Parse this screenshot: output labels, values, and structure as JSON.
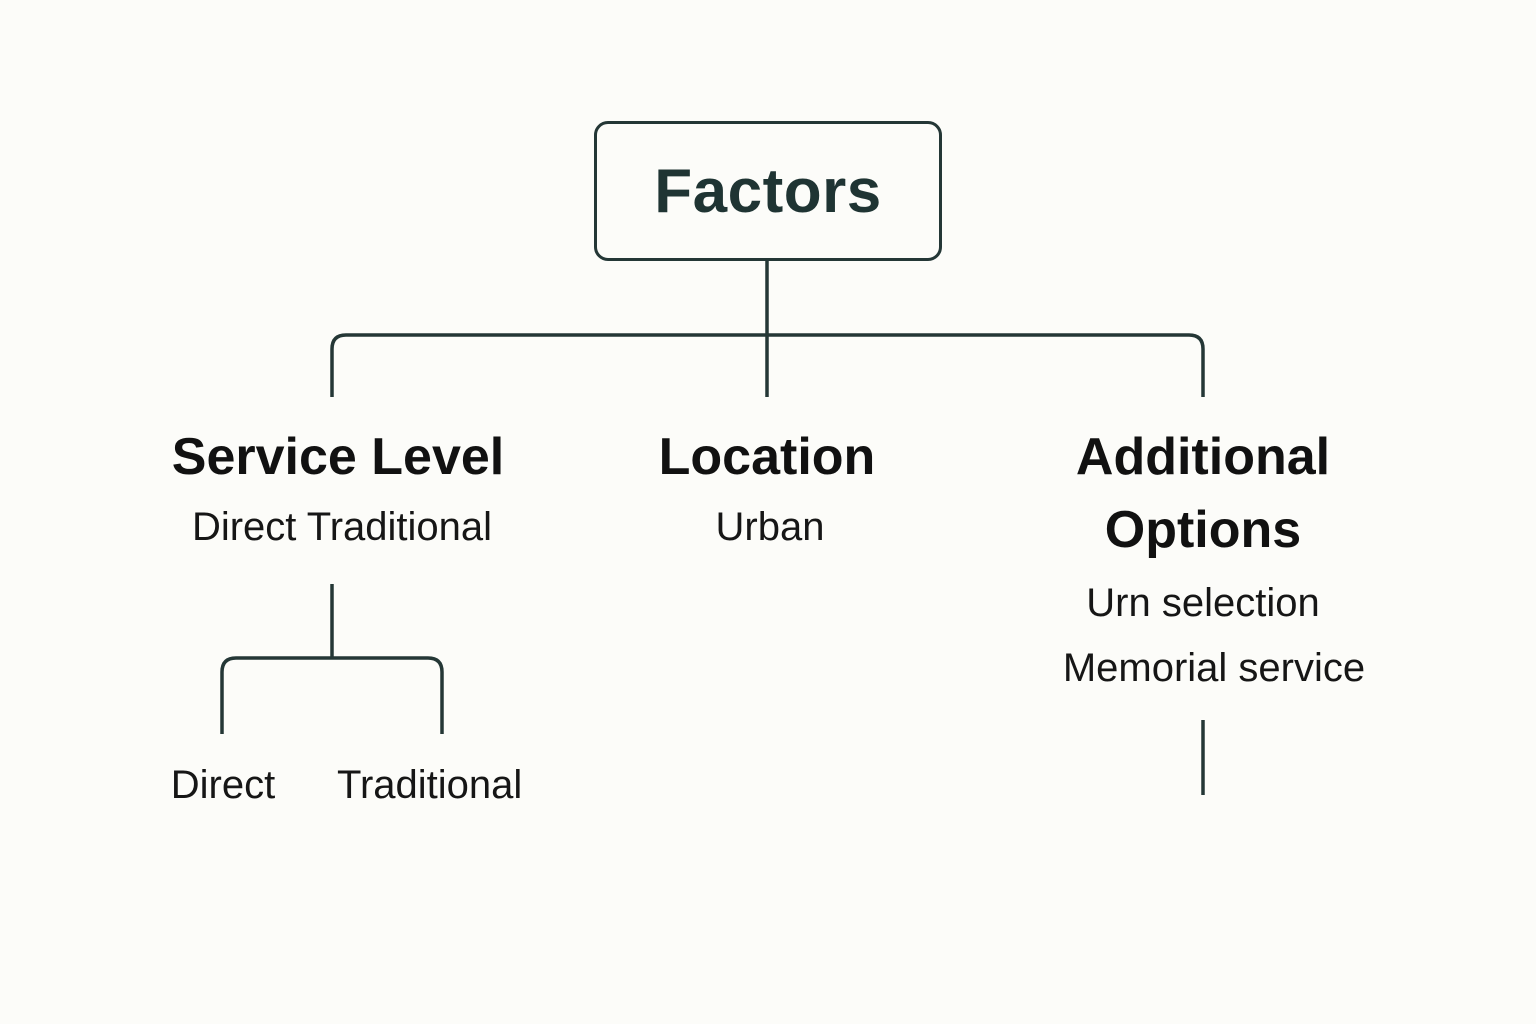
{
  "diagram": {
    "root": {
      "label": "Factors"
    },
    "branches": [
      {
        "title": "Service Level",
        "subtitle": "Direct Traditional",
        "children": [
          "Direct",
          "Traditional"
        ]
      },
      {
        "title": "Location",
        "subtitle": "Urban"
      },
      {
        "title_lines": [
          "Additional",
          "Options"
        ],
        "items": [
          "Urn selection",
          "Memorial service"
        ]
      }
    ]
  },
  "colors": {
    "background": "#fcfcf9",
    "line": "#243736",
    "root_text": "#1f3433",
    "text": "#111111"
  }
}
